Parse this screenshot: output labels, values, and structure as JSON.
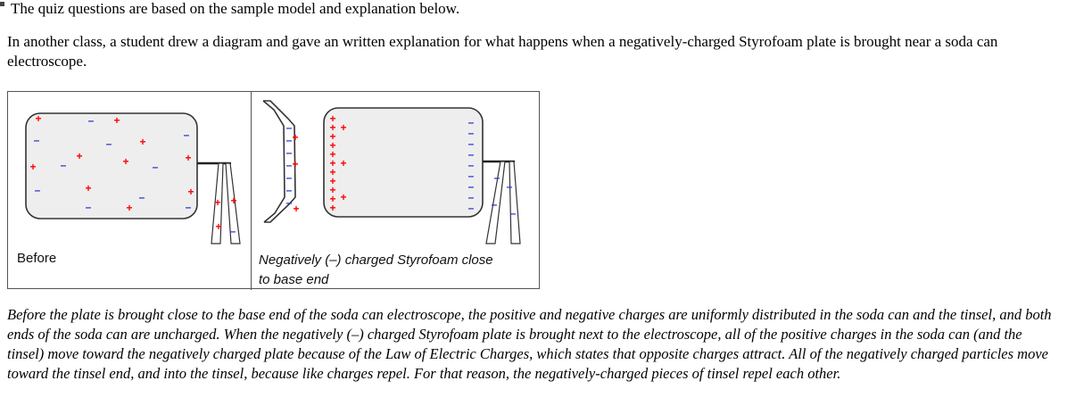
{
  "intro": "The quiz questions are based on the sample model and explanation below.",
  "prompt": "In another class, a student drew a diagram and gave an written explanation for what happens when a negatively-charged Styrofoam plate is brought near a soda can electroscope.",
  "figure": {
    "caption_before": "Before",
    "caption_after_line1": "Negatively (–) charged Styrofoam close",
    "caption_after_line2": "to base end",
    "plus_sign": "+",
    "minus_sign": "–",
    "colors": {
      "plus": "#ff0000",
      "minus": "#2233cc",
      "outline": "#333333",
      "fill": "#eeeeee"
    }
  },
  "explanation": "Before the plate is brought close to the base end of the soda can electroscope, the positive and negative charges are uniformly distributed in the soda can and the tinsel, and both ends of the soda can are uncharged. When the negatively (–) charged Styrofoam plate is brought next to the electroscope, all of the positive charges in the soda can (and the tinsel) move toward the negatively charged plate because of the Law of Electric Charges, which states that opposite charges attract. All of the negatively charged particles move toward the tinsel end, and into the tinsel, because like charges repel.  For that reason, the negatively-charged pieces of tinsel repel each other."
}
